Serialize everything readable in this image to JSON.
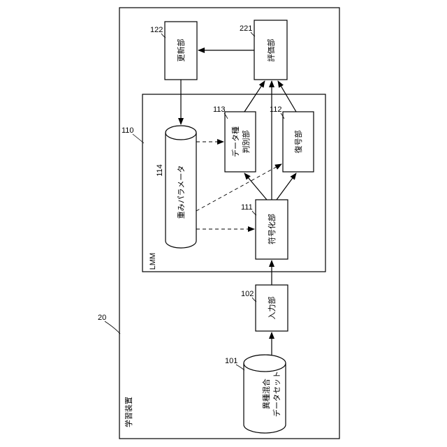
{
  "labels": {
    "device": "学習装置",
    "device_ref": "20",
    "lmm": "LMM",
    "lmm_ref": "110",
    "dataset_line1": "異種混合",
    "dataset_line2": "データセット",
    "dataset_ref": "101",
    "input": "入力部",
    "input_ref": "102",
    "encoder": "符号化部",
    "encoder_ref": "111",
    "weights": "重みパラメータ",
    "weights_ref": "114",
    "discriminator_line1": "データ種",
    "discriminator_line2": "判別部",
    "discriminator_ref": "113",
    "decoder": "復号部",
    "decoder_ref": "112",
    "evaluator": "評価部",
    "evaluator_ref": "221",
    "updater": "更新部",
    "updater_ref": "122"
  }
}
